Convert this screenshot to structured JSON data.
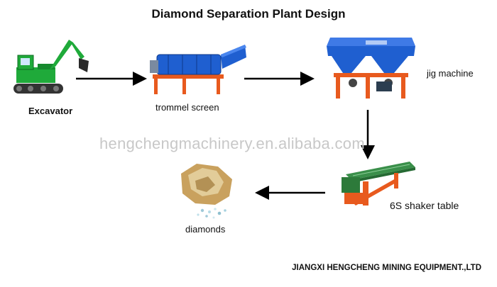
{
  "title": "Diamond Separation Plant Design",
  "stages": [
    {
      "label": "Excavator",
      "icon": "excavator-icon"
    },
    {
      "label": "trommel screen",
      "icon": "trommel-screen-icon"
    },
    {
      "label": "jig machine",
      "icon": "jig-machine-icon"
    },
    {
      "label": "6S shaker table",
      "icon": "shaker-table-icon"
    },
    {
      "label": "diamonds",
      "icon": "diamonds-icon"
    }
  ],
  "watermark": "hengchengmachinery.en.alibaba.com",
  "footer": "JIANGXI HENGCHENG MINING EQUIPMENT.,LTD",
  "colors": {
    "excavator": "#1faa3a",
    "machine_blue": "#1f5fd0",
    "machine_orange": "#e85a1e",
    "arrow": "#000000"
  }
}
